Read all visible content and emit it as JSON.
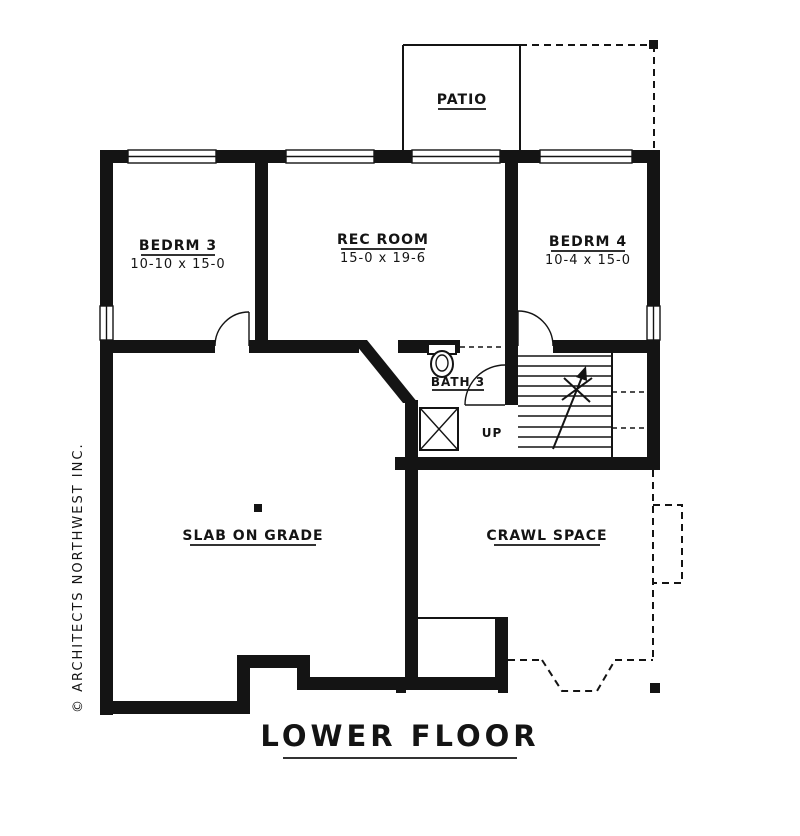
{
  "page": {
    "title": "LOWER FLOOR",
    "copyright": "© ARCHITECTS NORTHWEST INC."
  },
  "rooms": {
    "patio": {
      "name": "PATIO"
    },
    "bedrm3": {
      "name": "BEDRM 3",
      "dims": "10-10 x 15-0"
    },
    "rec_room": {
      "name": "REC ROOM",
      "dims": "15-0 x 19-6"
    },
    "bedrm4": {
      "name": "BEDRM 4",
      "dims": "10-4 x 15-0"
    },
    "bath3": {
      "name": "BATH 3"
    },
    "slab": {
      "name": "SLAB ON GRADE"
    },
    "crawl_space": {
      "name": "CRAWL SPACE"
    }
  },
  "stairs": {
    "direction_label": "UP"
  },
  "colors": {
    "ink": "#141414",
    "background": "#ffffff"
  }
}
